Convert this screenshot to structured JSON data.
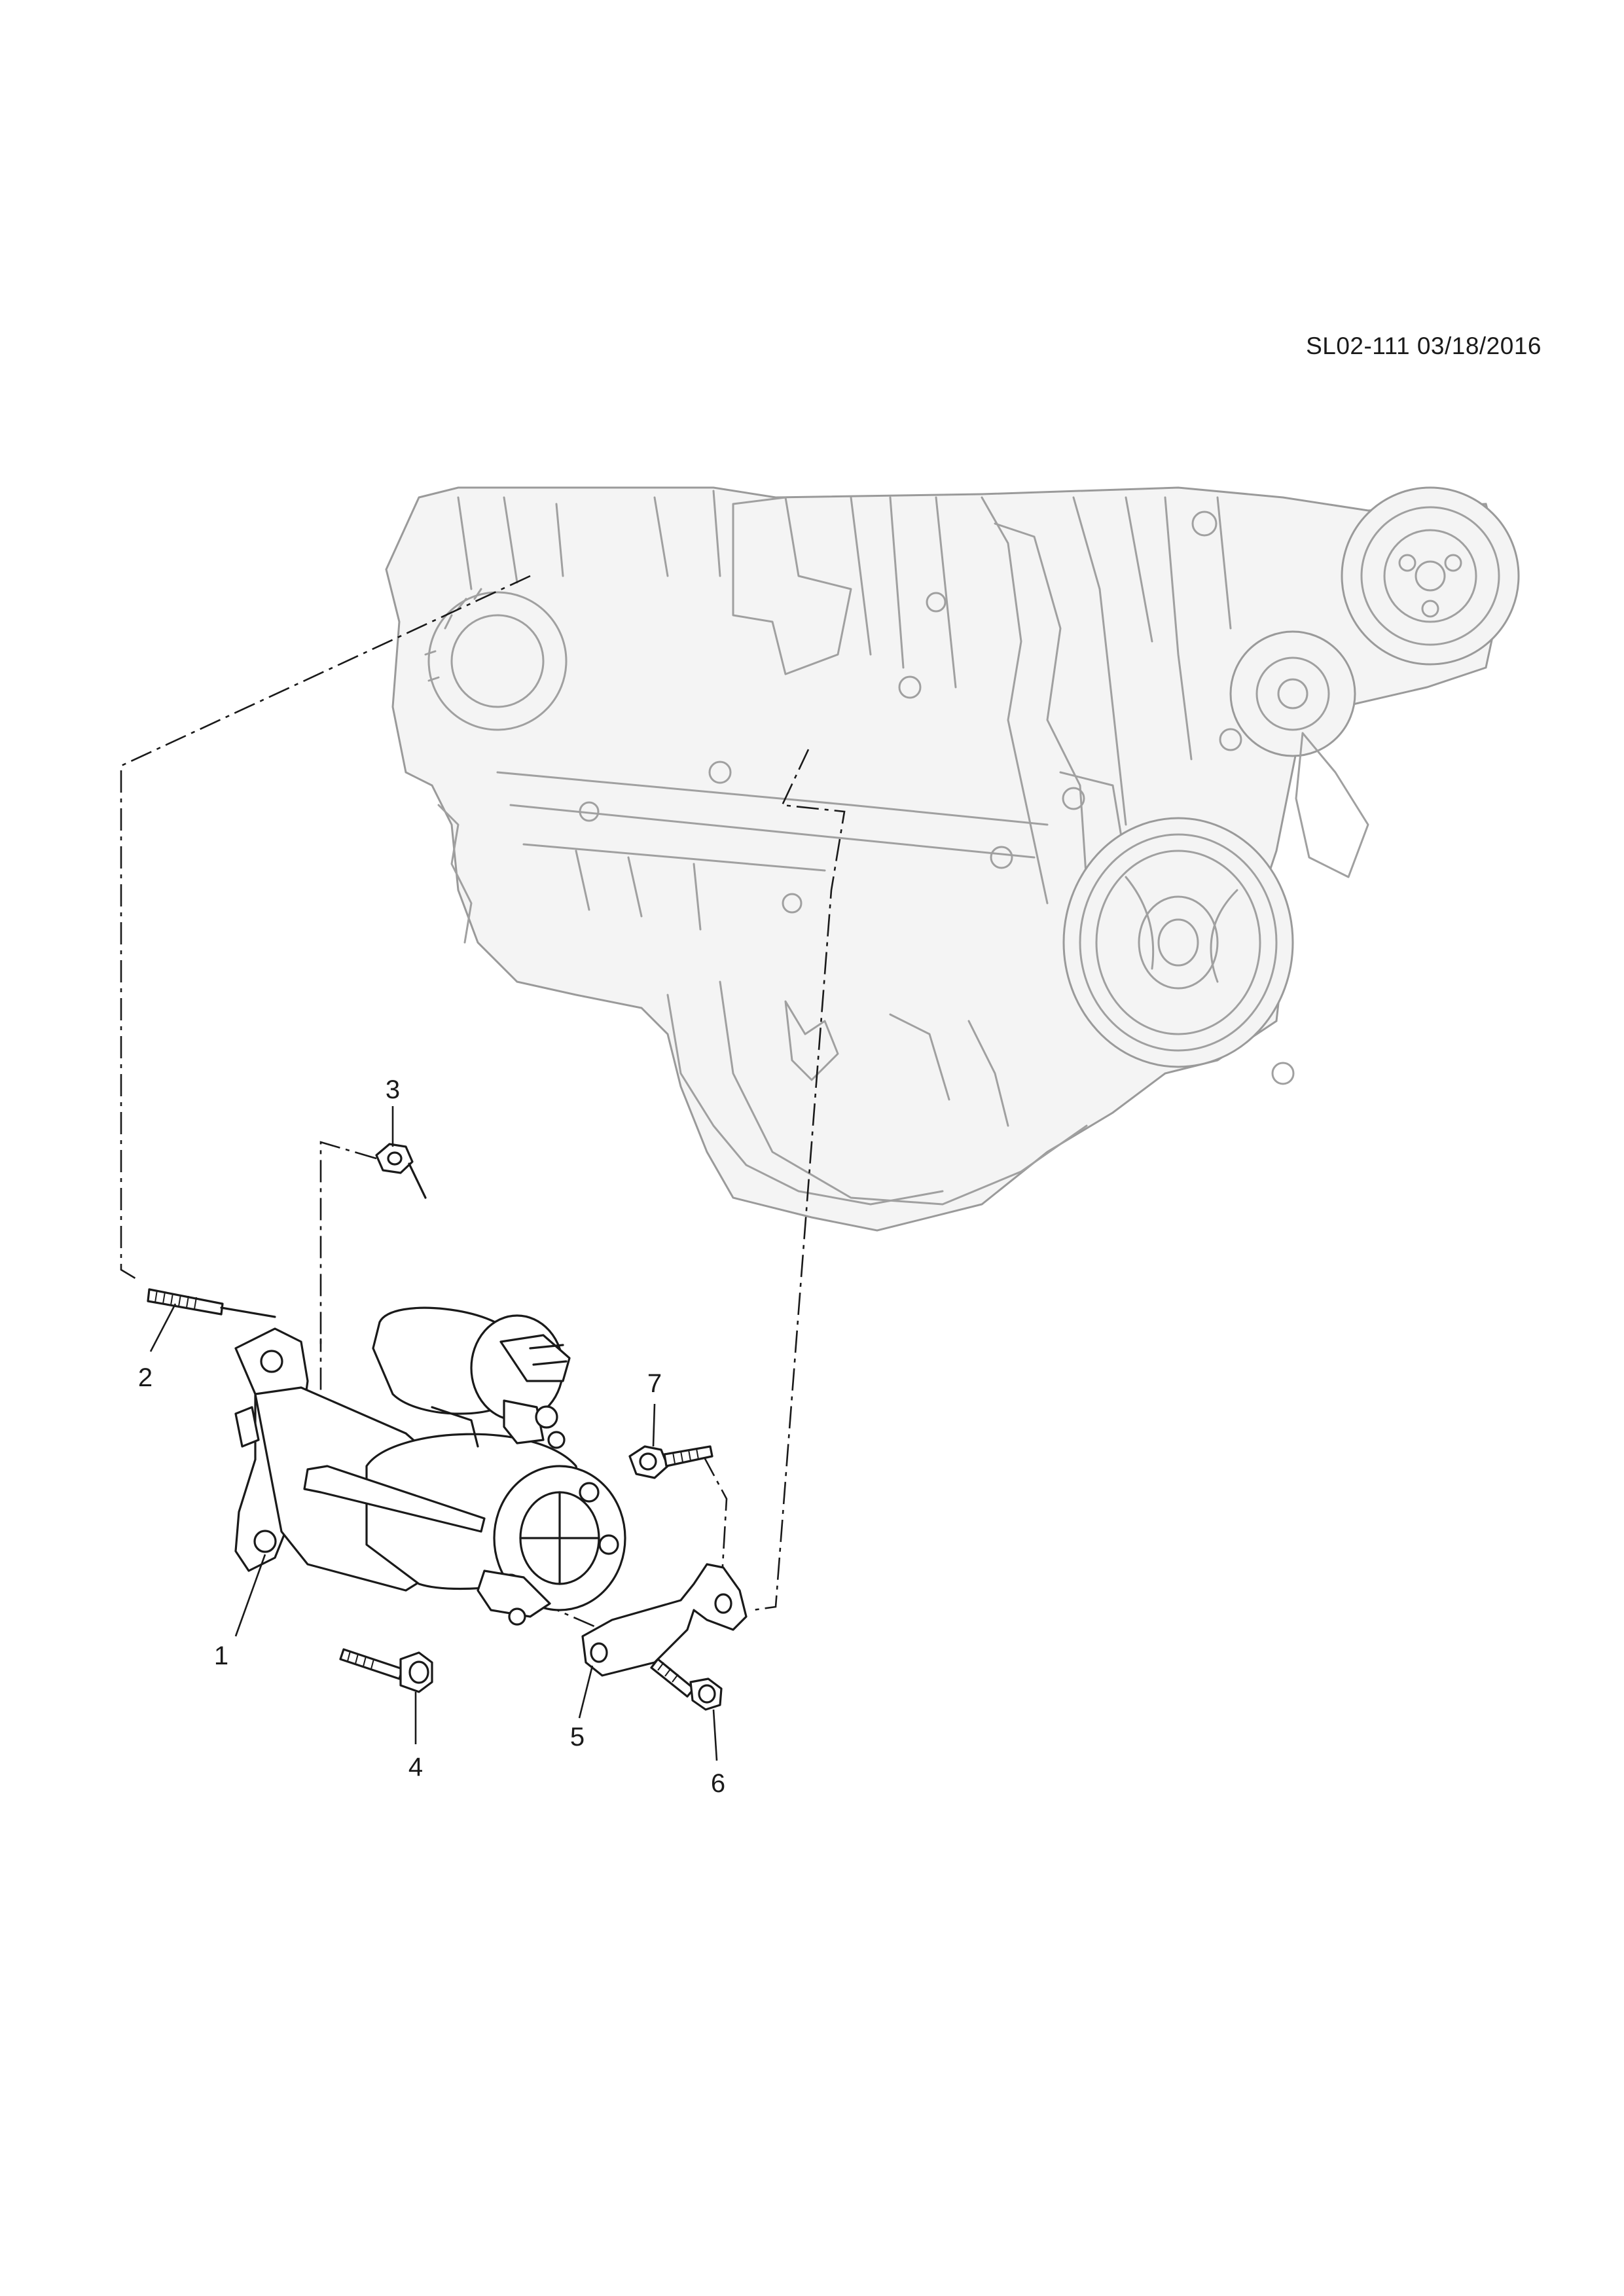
{
  "document_id": "SL02-111 03/18/2016",
  "callouts": [
    "1",
    "2",
    "3",
    "4",
    "5",
    "6",
    "7"
  ]
}
